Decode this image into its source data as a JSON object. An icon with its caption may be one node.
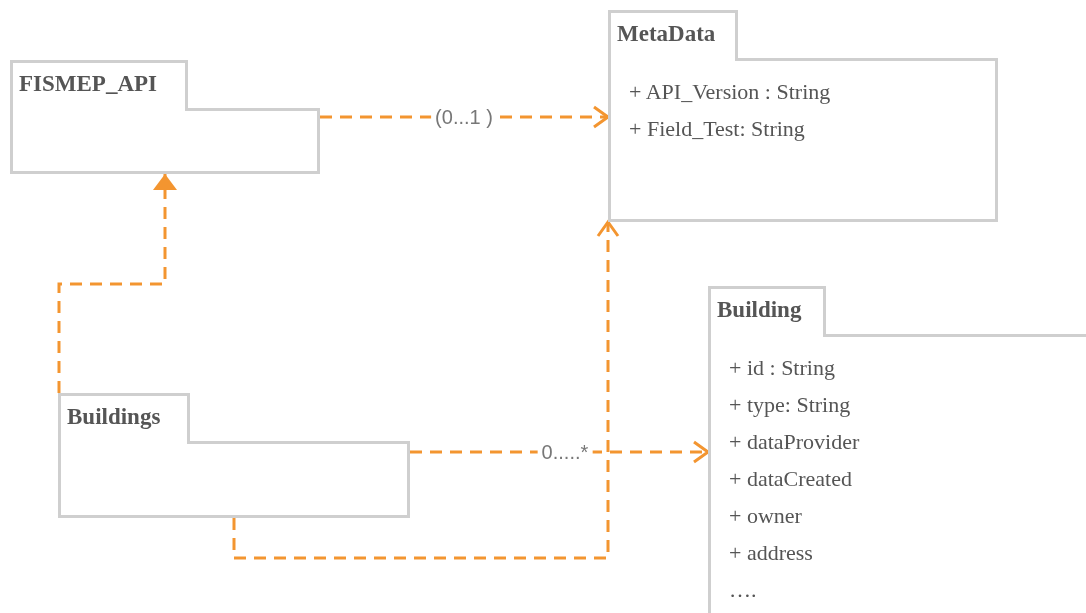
{
  "diagram": {
    "nodes": [
      {
        "text": [
          "FISMEP_API"
        ]
      },
      {
        "text": [
          "MetaData",
          "+ API_Version : String",
          "+ Field_Test: String"
        ]
      },
      {
        "text": [
          "Buildings"
        ]
      },
      {
        "text": [
          "Building",
          "+ id : String",
          "+ type: String",
          "+ dataProvider",
          "+ dataCreated",
          "+ owner",
          "+ address",
          "…."
        ]
      }
    ],
    "edges": [
      {
        "from": 0,
        "to": 1,
        "arrow": "to",
        "label": "(0...1 )",
        "style": "dashed"
      },
      {
        "from": 2,
        "to": 0,
        "arrow": "to",
        "style": "dashed"
      },
      {
        "from": 2,
        "to": 1,
        "arrow": "to",
        "style": "dashed"
      },
      {
        "from": 2,
        "to": 3,
        "arrow": "to",
        "label": "0.....*",
        "style": "dashed"
      }
    ]
  }
}
